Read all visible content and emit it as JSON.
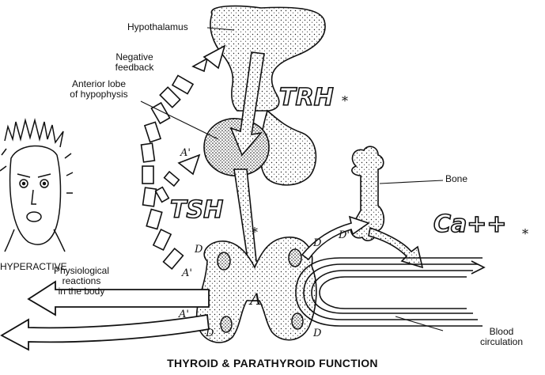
{
  "labels": {
    "hypothalamus": "Hypothalamus",
    "negative_feedback": "Negative\nfeedback",
    "anterior_lobe": "Anterior lobe\nof hypophysis",
    "bone": "Bone",
    "hyperactive": "HYPERACTIVE",
    "physiological": "Physiological\nreactions\nin the body",
    "blood_circulation": "Blood\ncirculation"
  },
  "hormones": {
    "trh": "TRH",
    "tsh": "TSH",
    "calcium": "Ca++"
  },
  "markers": {
    "a_prime_1": "A'",
    "a_prime_2": "A'",
    "a_prime_3": "A'",
    "a": "A",
    "d_1": "D",
    "d_2": "D",
    "d_3": "D",
    "d_4": "D",
    "d_prime": "D'"
  },
  "title": "THYROID & PARATHYROID FUNCTION"
}
